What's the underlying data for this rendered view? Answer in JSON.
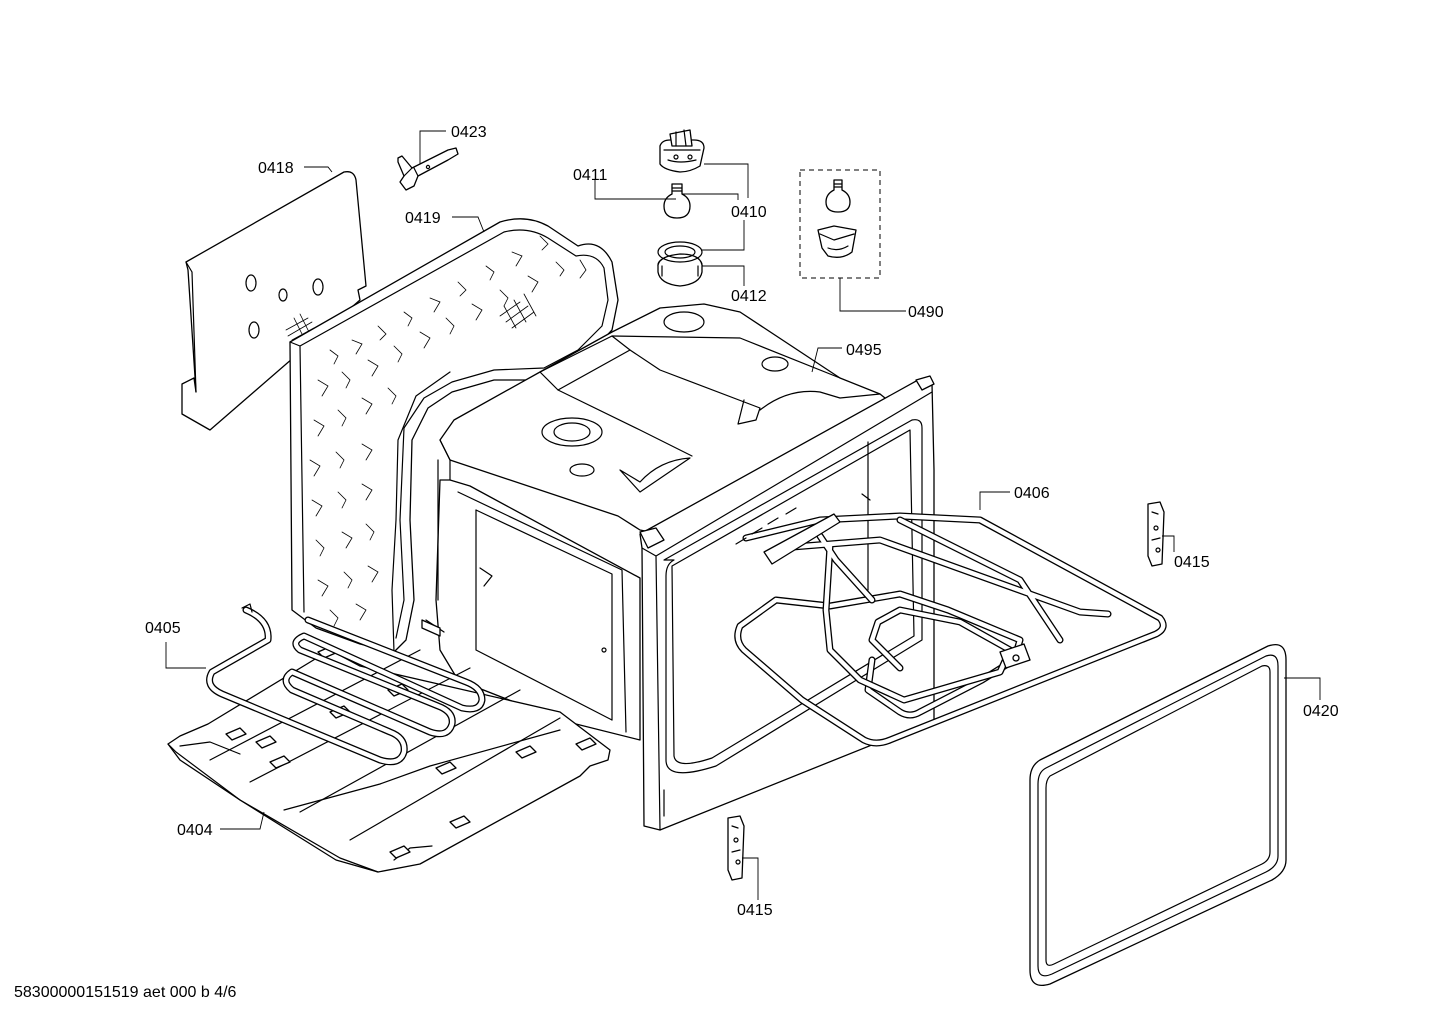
{
  "labels": {
    "p0418": "0418",
    "p0423": "0423",
    "p0419": "0419",
    "p0411": "0411",
    "p0410": "0410",
    "p0412": "0412",
    "p0490": "0490",
    "p0495": "0495",
    "p0406": "0406",
    "p0415a": "0415",
    "p0415b": "0415",
    "p0405": "0405",
    "p0420": "0420",
    "p0404": "0404"
  },
  "footer": "58300000151519 aet 000 b 4/6"
}
